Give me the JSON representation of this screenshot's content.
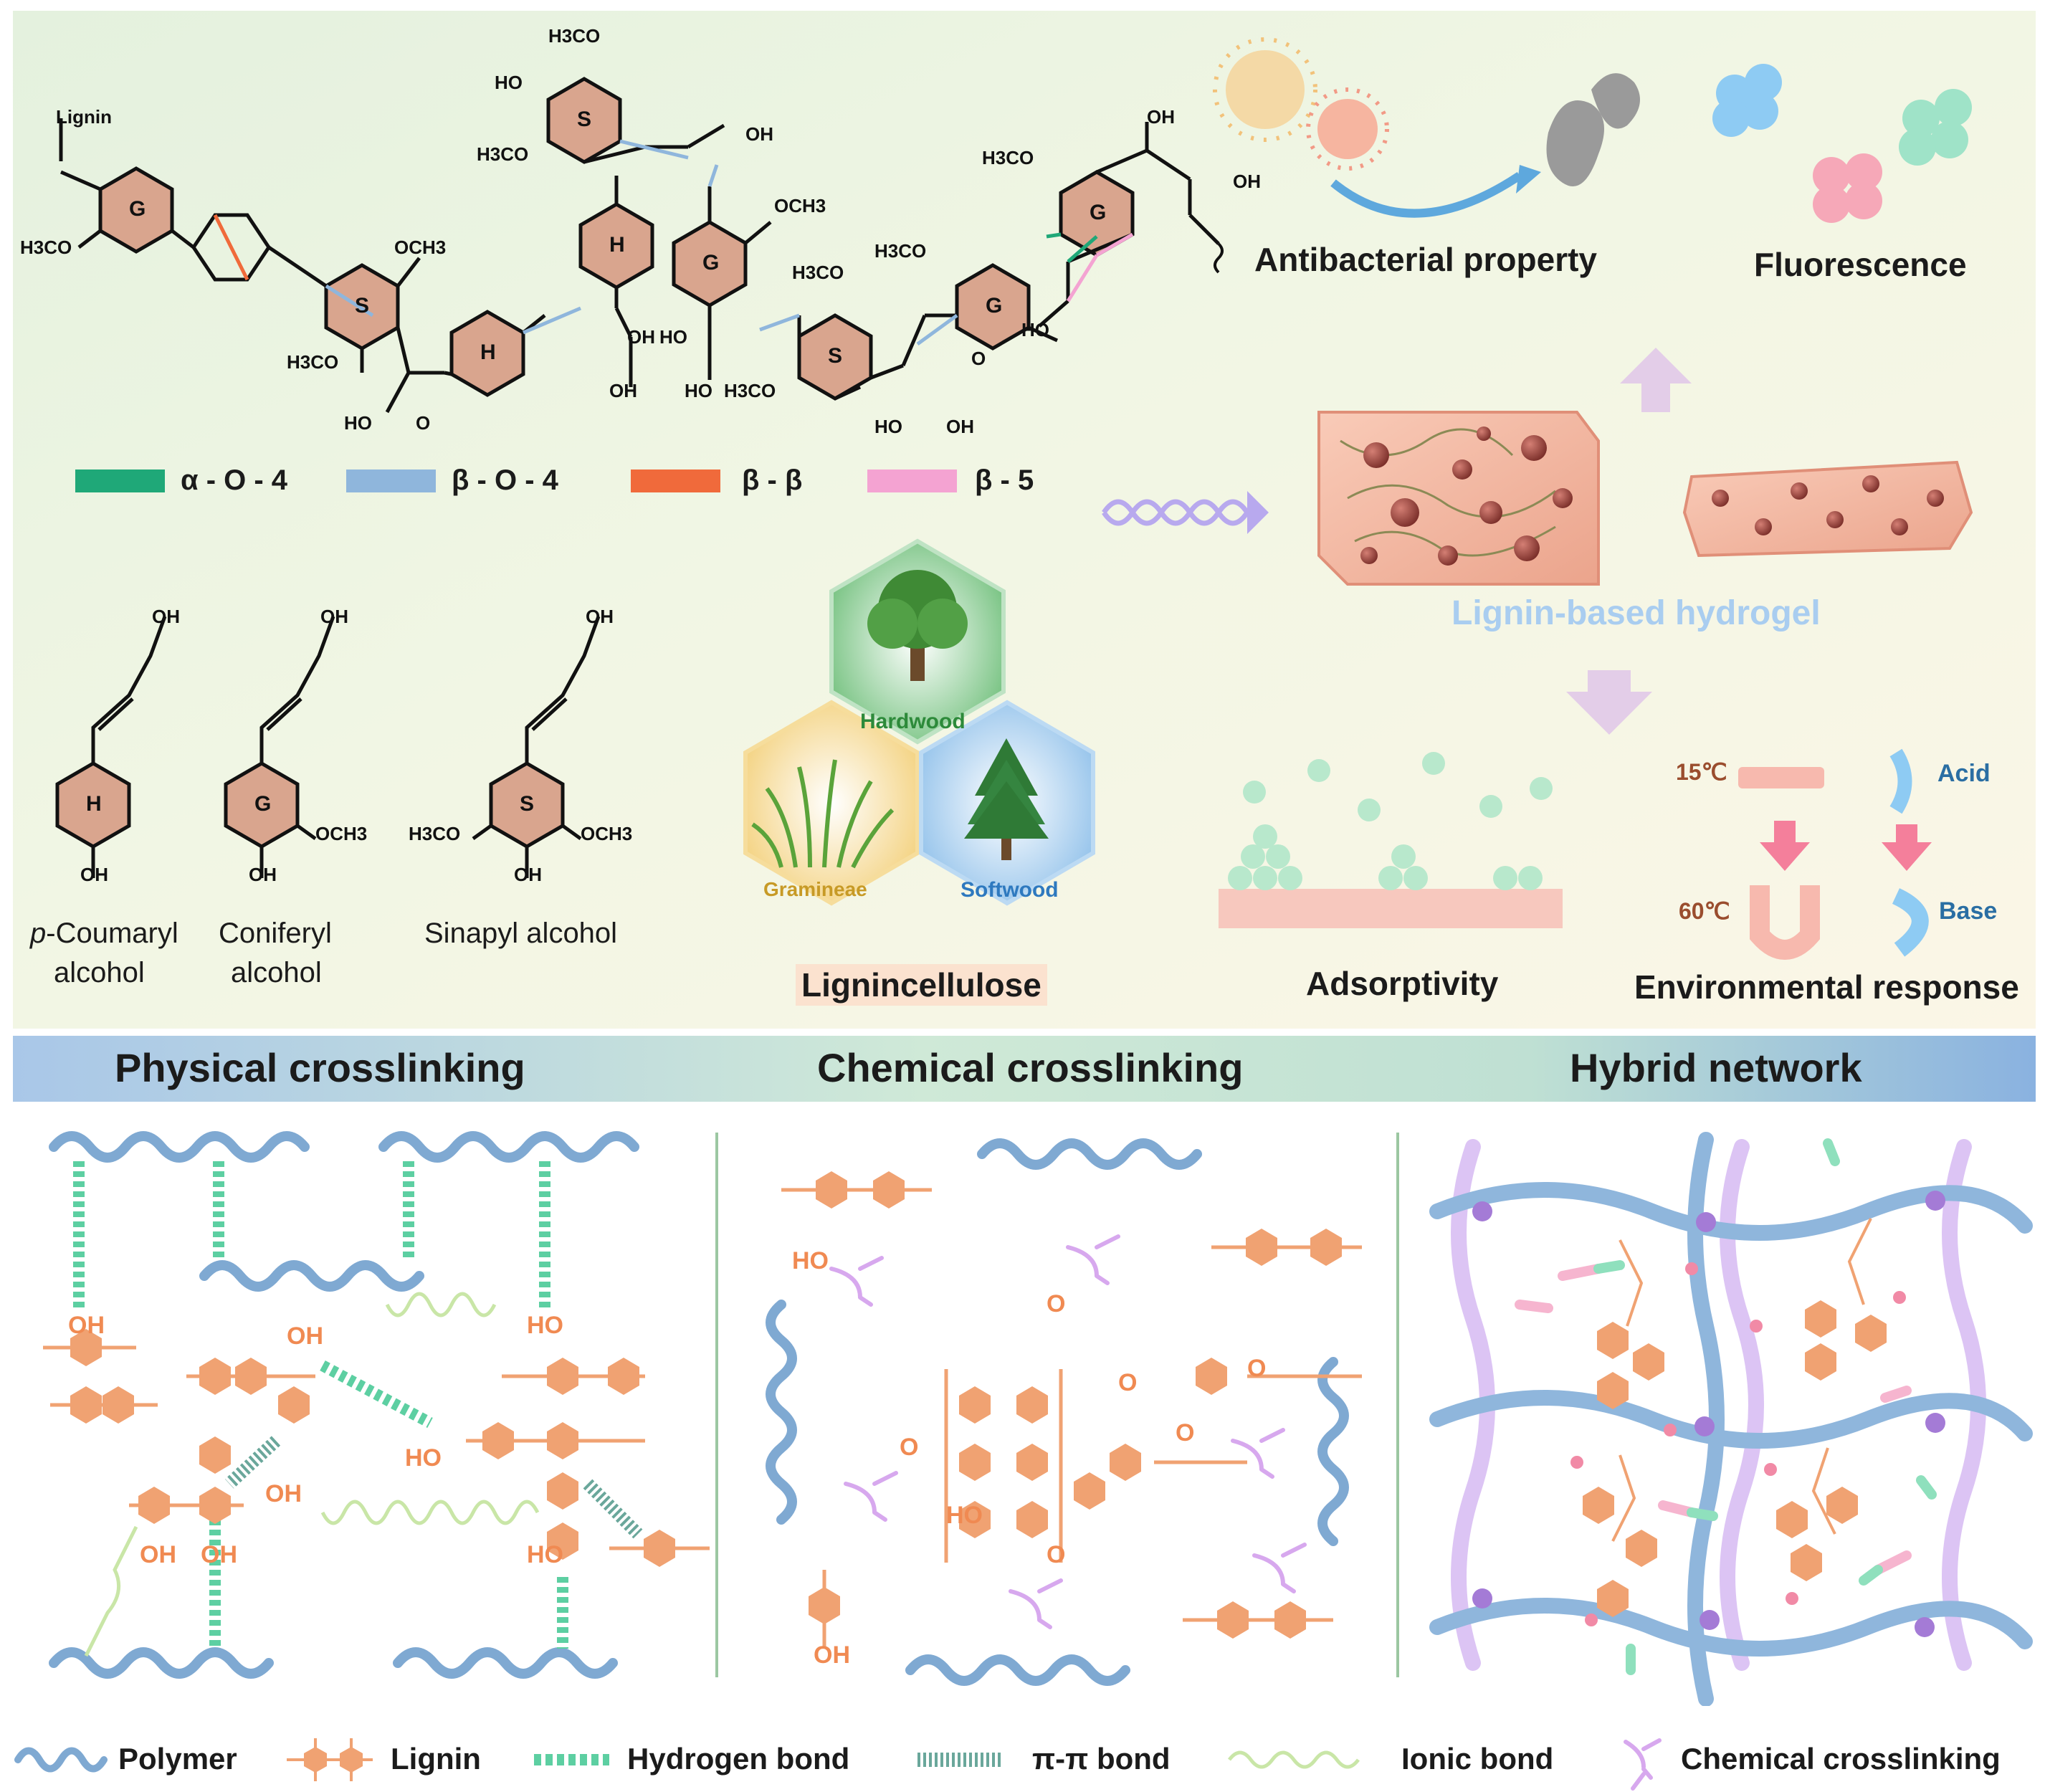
{
  "colors": {
    "alpha_o4": "#1fa878",
    "beta_o4": "#8fb6dc",
    "beta_beta": "#f06a3b",
    "beta_5": "#f4a3d2",
    "lignin_orange": "#f0a272",
    "polymer_blue": "#7fa9d2",
    "crosslink_purple": "#d7a8ee",
    "hbond_green": "#5dcfa2",
    "band_left": "#a9c7e8",
    "band_mid": "#cfe9d7",
    "band_right": "#8ab2e0"
  },
  "structure": {
    "labels": {
      "lignin": "Lignin",
      "h3co": "H3CO",
      "och3": "OCH3",
      "oh": "OH",
      "ho": "HO",
      "o": "O"
    },
    "rings": [
      "G",
      "S",
      "H",
      "H",
      "G",
      "S",
      "G",
      "G",
      "S"
    ],
    "linkage_legend": [
      {
        "label": "α - O - 4",
        "color": "#1fa878"
      },
      {
        "label": "β - O - 4",
        "color": "#8fb6dc"
      },
      {
        "label": "β - β",
        "color": "#f06a3b"
      },
      {
        "label": "β - 5",
        "color": "#f4a3d2"
      }
    ]
  },
  "monomers": [
    {
      "ring": "H",
      "name_lines": [
        "p-Coumaryl",
        "alcohol"
      ],
      "italic_prefix": "p"
    },
    {
      "ring": "G",
      "name_lines": [
        "Coniferyl",
        "alcohol"
      ]
    },
    {
      "ring": "S",
      "name_lines": [
        "Sinapyl alcohol"
      ]
    }
  ],
  "lignocellulose": {
    "title": "Lignincellulose",
    "sources": [
      "Hardwood",
      "Gramineae",
      "Softwood"
    ]
  },
  "hydrogel": {
    "title": "Lignin-based hydrogel",
    "properties": {
      "antibacterial": "Antibacterial property",
      "fluorescence": "Fluorescence",
      "adsorptivity": "Adsorptivity",
      "environmental": "Environmental response"
    },
    "env_labels": {
      "t_low": "15℃",
      "t_high": "60℃",
      "acid": "Acid",
      "base": "Base"
    }
  },
  "bands": [
    "Physical crosslinking",
    "Chemical crosslinking",
    "Hybrid network"
  ],
  "bottom_legend": [
    "Polymer",
    "Lignin",
    "Hydrogen bond",
    "π-π bond",
    "Ionic bond",
    "Chemical crosslinking"
  ]
}
